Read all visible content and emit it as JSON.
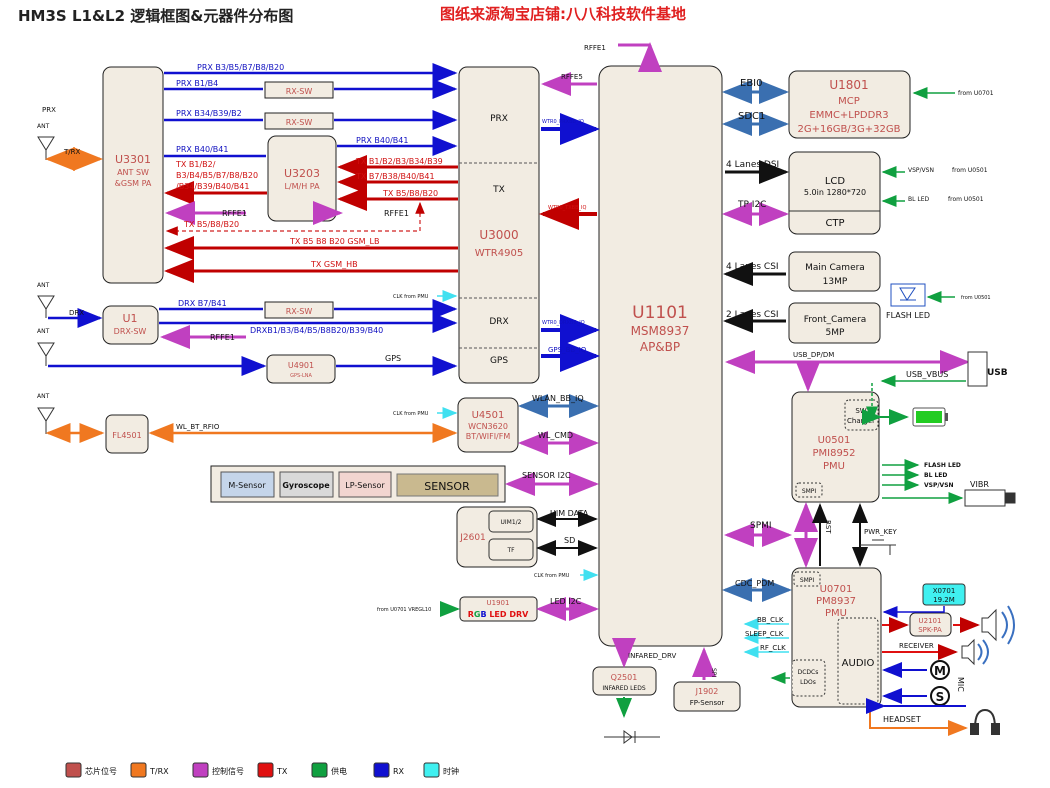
{
  "page": {
    "title": "HM3S L1&L2 逻辑框图&元器件分布图",
    "watermark": "图纸来源淘宝店铺:八八科技软件基地"
  },
  "blocks": {
    "u1101": {
      "ref": "U1101",
      "part": "MSM8937",
      "desc": "AP&BP"
    },
    "u3000": {
      "ref": "U3000",
      "part": "WTR4905",
      "prx": "PRX",
      "tx": "TX",
      "drx": "DRX",
      "gps": "GPS"
    },
    "u3301": {
      "ref": "U3301",
      "line1": "ANT SW",
      "line2": "&GSM PA"
    },
    "u3203": {
      "ref": "U3203",
      "desc": "L/M/H PA"
    },
    "u1": {
      "ref": "U1",
      "desc": "DRX-SW"
    },
    "u4901": {
      "ref": "U4901",
      "desc": "GPS-LNA"
    },
    "fl4501": {
      "ref": "FL4501"
    },
    "u4501": {
      "ref": "U4501",
      "part": "WCN3620",
      "desc": "BT/WIFI/FM"
    },
    "u1801": {
      "ref": "U1801",
      "l1": "MCP",
      "l2": "EMMC+LPDDR3",
      "l3": "2G+16GB/3G+32GB"
    },
    "lcd": {
      "title": "LCD",
      "spec": "5.0in 1280*720",
      "ctp": "CTP"
    },
    "main_cam": {
      "l1": "Main Camera",
      "l2": "13MP"
    },
    "front_cam": {
      "l1": "Front_Camera",
      "l2": "5MP"
    },
    "u0501": {
      "ref": "U0501",
      "part": "PMI8952",
      "desc": "PMU",
      "sw": "SW",
      "charger": "Charger",
      "smpi": "SMPI"
    },
    "u0701": {
      "ref": "U0701",
      "part": "PM8937",
      "desc": "PMU",
      "smpi": "SMPI",
      "dcdc": "DCDCs",
      "ldo": "LDOs",
      "audio": "AUDIO"
    },
    "sensor": {
      "m": "M-Sensor",
      "gyro": "Gyroscope",
      "lp": "LP-Sensor",
      "main": "SENSOR"
    },
    "j2601": {
      "ref": "J2601",
      "uim": "UIM1/2",
      "tf": "TF"
    },
    "u1901": {
      "ref": "U1901",
      "r": "R",
      "g": "G",
      "b": "B",
      "rest": " LED DRV"
    },
    "q2501": {
      "ref": "Q2501",
      "desc": "INFARED LEDS"
    },
    "j1902": {
      "ref": "J1902",
      "desc": "FP-Sensor"
    },
    "x0701": {
      "ref": "X0701",
      "freq": "19.2M"
    },
    "u2101": {
      "ref": "U2101",
      "desc": "SPK-PA"
    },
    "rxsw1": "RX-SW",
    "rxsw2": "RX-SW",
    "rxsw3": "RX-SW"
  },
  "labels": {
    "prx": "PRX",
    "ant": "ANT",
    "trx": "T/RX",
    "drx": "DRX",
    "prx_b3": "PRX B3/B5/B7/B8/B20",
    "prx_b1": "PRX B1/B4",
    "prx_b34": "PRX B34/B39/B2",
    "prx_b40": "PRX B40/B41",
    "prx_b40b": "PRX B40/B41",
    "tx_b1_1": "TX B1/B2/",
    "tx_b1_2": "B3/B4/B5/B7/B8/B20",
    "tx_b1_3": "/B34/B39/B40/B41",
    "tx_r1": "TX B1/B2/B3/B34/B39",
    "tx_r2": "TX B7/B38/B40/B41",
    "tx_r3": "TX B5/B8/B20",
    "rffe1a": "RFFE1",
    "tx_b5": "TX B5/B8/B20",
    "rffe1b": "RFFE1",
    "tx_gsm_lb": "TX B5 B8 B20 GSM_LB",
    "tx_gsm_hb": "TX GSM_HB",
    "clk_pmu1": "CLK from PMU",
    "clk_pmu2": "CLK from PMU",
    "clk_pmu3": "CLK from PMU",
    "drx_b7": "DRX B7/B41",
    "drx_all": "DRXB1/B3/B4/B5/B8B20/B39/B40",
    "rffe1c": "RFFE1",
    "gps": "GPS",
    "wl_bt": "WL_BT_RFIO",
    "wlan_bb": "WLAN_BB_IQ",
    "wl_cmd": "WL_CMD",
    "sensor_i2c": "SENSOR I2C",
    "uim_data": "UIM DATA",
    "sd": "SD",
    "from_u0701_vregl": "from U0701  VREGL10",
    "led_i2c": "LED  I2C",
    "rffe1_top": "RFFE1",
    "rffe5": "RFFE5",
    "wtr_prx": "WTR0_PRXBB_IQ",
    "wtr_tx": "WTR0_TXBB_IQ",
    "wtr_drx": "WTR0_DRXBB_IQ",
    "gps_bb": "GPS_BB_IQ",
    "ebi0": "EBI0",
    "sdc1": "SDC1",
    "dsi": "4 Lanes DSI",
    "tp_i2c": "TP I2C",
    "csi4": "4 Lanes CSI",
    "csi2": "2 Lanes CSI",
    "from_u0701": "from U0701",
    "vsp_vsn": "VSP/VSN",
    "from_u0501a": "from U0501",
    "bl_led": "BL LED",
    "from_u0501b": "from U0501",
    "from_u0501c": "from U0501",
    "flash_led": "FLASH  LED",
    "usb_dp_dm": "USB_DP/DM",
    "usb_vbus": "USB_VBUS",
    "usb": "USB",
    "flash_led2": "FLASH  LED",
    "bl_led2": "BL  LED",
    "vsp_vsn2": "VSP/VSN",
    "vibr": "VIBR",
    "spmi": "SPMI",
    "rst": "RST",
    "pwr_key": "PWR_KEY",
    "cdc_pdm": "CDC_PDM",
    "bb_clk": "BB_CLK",
    "sleep_clk": "SLEEP_CLK",
    "rf_clk": "RF_CLK",
    "receiver": "RECEIVER",
    "mic": "MIC",
    "headset": "HEADSET",
    "infared_drv": "INFARED_DRV",
    "spi": "SPI"
  },
  "legend": [
    {
      "color": "#c0504d",
      "label": "芯片位号"
    },
    {
      "color": "#f07820",
      "label": "T/RX"
    },
    {
      "color": "#c040c0",
      "label": "控制信号"
    },
    {
      "color": "#e01010",
      "label": "TX"
    },
    {
      "color": "#10a040",
      "label": "供电"
    },
    {
      "color": "#1010d0",
      "label": "RX"
    },
    {
      "color": "#40f0f0",
      "label": "时钟"
    }
  ]
}
